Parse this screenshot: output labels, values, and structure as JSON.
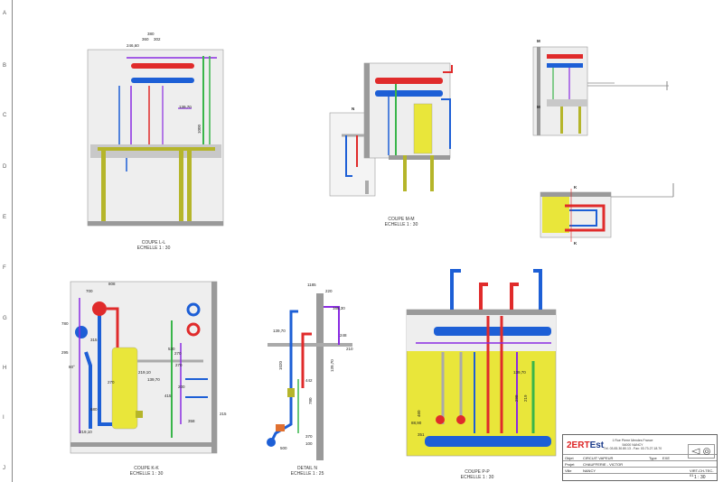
{
  "rows": [
    "A",
    "B",
    "C",
    "D",
    "E",
    "F",
    "G",
    "H",
    "I",
    "J"
  ],
  "captions": {
    "coupe_ll": [
      "COUPE L-L",
      "ECHELLE 1 : 30"
    ],
    "coupe_mm": [
      "COUPE M-M",
      "ECHELLE 1 : 30"
    ],
    "coupe_kk": [
      "COUPE K-K",
      "ECHELLE 1 : 30"
    ],
    "detail_n": [
      "DETAIL N",
      "ECHELLE 1 : 25"
    ],
    "coupe_pp": [
      "COUPE P-P",
      "ECHELLE 1 : 30"
    ]
  },
  "markers": {
    "m": "M",
    "n": "N",
    "k": "K"
  },
  "dims_ll": [
    "380",
    "360",
    "246,60",
    "302",
    "139,70",
    "1000"
  ],
  "dims_kk": [
    "700",
    "808",
    "780",
    "295",
    "60°",
    "219,10",
    "315",
    "270",
    "680",
    "219,10",
    "139,70",
    "270",
    "415",
    "200",
    "358",
    "215",
    "270",
    "530"
  ],
  "dims_n": [
    "1185",
    "220",
    "168,30",
    "139,70",
    "248",
    "210",
    "139,70",
    "442",
    "1020",
    "780",
    "500",
    "370",
    "100"
  ],
  "dims_pp": [
    "139,70",
    "219",
    "298",
    "460",
    "88,90",
    "351"
  ],
  "title_block": {
    "company": "2ERT",
    "company_suffix": "Est",
    "address": [
      "1 Rue Pierre Mendes France",
      "54000 NANCY",
      "Tél. 03.83.30.80.13 - Fax: 03.73.27.18.70"
    ],
    "object_label": "Objet",
    "object": "CIRCUIT VAPEUR",
    "site_label": "Projet",
    "site": "CHAUFFERIE - VICTOR",
    "city_label": "Ville",
    "city": "NANCY",
    "type_label": "Type",
    "type": "EXE",
    "scale": "1 : 30",
    "ref": "VIRT-CH-TEC-01"
  },
  "colors": {
    "red": "#e02b2b",
    "blue": "#1d5fd6",
    "green": "#39b54a",
    "purple": "#8a2be2",
    "olive": "#b5b52a",
    "yellow": "#e9e63a",
    "grey": "#b8b8b8",
    "wall": "#9a9a9a"
  }
}
